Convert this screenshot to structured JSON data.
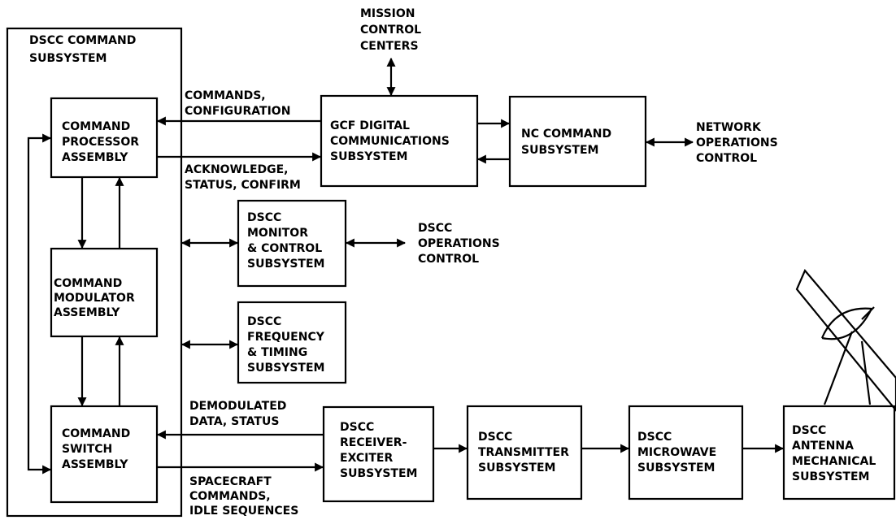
{
  "outer": {
    "label": [
      "DSCC COMMAND",
      "SUBSYSTEM"
    ]
  },
  "blocks": {
    "processor": [
      "COMMAND",
      "PROCESSOR",
      "ASSEMBLY"
    ],
    "modulator": [
      "COMMAND",
      "MODULATOR",
      "ASSEMBLY"
    ],
    "switch": [
      "COMMAND",
      "SWITCH",
      "ASSEMBLY"
    ],
    "gcf": [
      "GCF DIGITAL",
      "COMMUNICATIONS",
      "SUBSYSTEM"
    ],
    "nc": [
      "NC COMMAND",
      "SUBSYSTEM"
    ],
    "monitor": [
      "DSCC",
      "MONITOR",
      "& CONTROL",
      "SUBSYSTEM"
    ],
    "frequency": [
      "DSCC",
      "FREQUENCY",
      "& TIMING",
      "SUBSYSTEM"
    ],
    "receiver": [
      "DSCC",
      "RECEIVER-",
      "EXCITER",
      "SUBSYSTEM"
    ],
    "transmitter": [
      "DSCC",
      "TRANSMITTER",
      "SUBSYSTEM"
    ],
    "microwave": [
      "DSCC",
      "MICROWAVE",
      "SUBSYSTEM"
    ],
    "antenna": [
      "DSCC",
      "ANTENNA",
      "MECHANICAL",
      "SUBSYSTEM"
    ]
  },
  "external": {
    "mission": [
      "MISSION",
      "CONTROL",
      "CENTERS"
    ],
    "network": [
      "NETWORK",
      "OPERATIONS",
      "CONTROL"
    ],
    "operations": [
      "DSCC",
      "OPERATIONS",
      "CONTROL"
    ]
  },
  "flows": {
    "commands_config": [
      "COMMANDS,",
      "CONFIGURATION"
    ],
    "ack_status": [
      "ACKNOWLEDGE,",
      "STATUS, CONFIRM"
    ],
    "demod": [
      "DEMODULATED",
      "DATA, STATUS"
    ],
    "spacecraft": [
      "SPACECRAFT",
      "COMMANDS,",
      "IDLE SEQUENCES"
    ]
  }
}
